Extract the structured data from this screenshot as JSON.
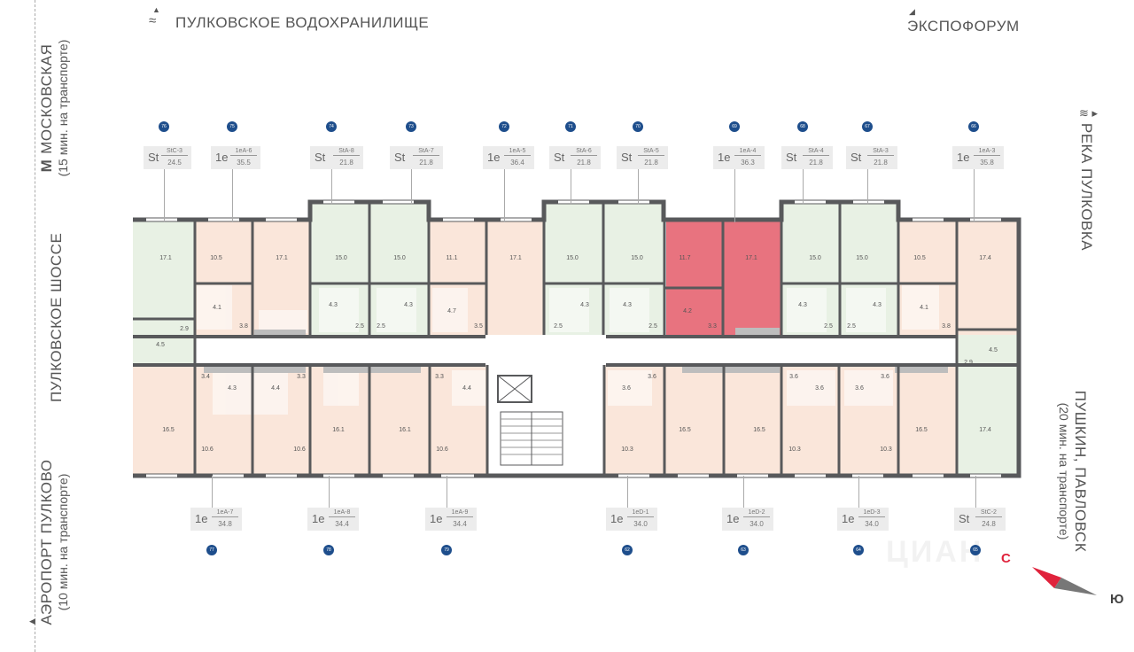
{
  "orientation": {
    "top_left": "ПУЛКОВСКОЕ ВОДОХРАНИЛИЩЕ",
    "top_right": "ЭКСПОФОРУМ",
    "left_metro_title": "МОСКОВСКАЯ",
    "left_metro_sub": "(15 мин. на транспорте)",
    "left_metro_symbol": "М",
    "left_middle": "ПУЛКОВСКОЕ ШОССЕ",
    "left_airport_title": "АЭРОПОРТ ПУЛКОВО",
    "left_airport_sub": "(10 мин. на транспорте)",
    "right_river": "РЕКА ПУЛКОВКА",
    "right_town_title": "ПУШКИН, ПАВЛОВСК",
    "right_town_sub": "(20 мин. на транспорте)"
  },
  "compass": {
    "north": "С",
    "south": "Ю",
    "north_color": "#e0233c",
    "south_color": "#777777"
  },
  "watermark": "ЦИАН",
  "colors": {
    "studio": "#e8f1e4",
    "one_room": "#fae6da",
    "highlight": "#e8737f",
    "wall": "#58595b",
    "badge": "#1e4e8c"
  },
  "top_apartments": [
    {
      "num": "76",
      "type": "St",
      "code": "StC-3",
      "area": "24.5"
    },
    {
      "num": "75",
      "type": "1e",
      "code": "1eA-6",
      "area": "35.5"
    },
    {
      "num": "74",
      "type": "St",
      "code": "StA-8",
      "area": "21.8"
    },
    {
      "num": "73",
      "type": "St",
      "code": "StA-7",
      "area": "21.8"
    },
    {
      "num": "72",
      "type": "1e",
      "code": "1eA-5",
      "area": "36.4"
    },
    {
      "num": "71",
      "type": "St",
      "code": "StA-6",
      "area": "21.8"
    },
    {
      "num": "70",
      "type": "St",
      "code": "StA-5",
      "area": "21.8"
    },
    {
      "num": "69",
      "type": "1e",
      "code": "1eA-4",
      "area": "36.3"
    },
    {
      "num": "68",
      "type": "St",
      "code": "StA-4",
      "area": "21.8"
    },
    {
      "num": "67",
      "type": "St",
      "code": "StA-3",
      "area": "21.8"
    },
    {
      "num": "66",
      "type": "1e",
      "code": "1eA-3",
      "area": "35.8"
    }
  ],
  "bottom_apartments": [
    {
      "num": "77",
      "type": "1e",
      "code": "1eA-7",
      "area": "34.8"
    },
    {
      "num": "78",
      "type": "1e",
      "code": "1eA-8",
      "area": "34.4"
    },
    {
      "num": "79",
      "type": "1e",
      "code": "1eA-9",
      "area": "34.4"
    },
    {
      "num": "62",
      "type": "1e",
      "code": "1eD-1",
      "area": "34.0"
    },
    {
      "num": "63",
      "type": "1e",
      "code": "1eD-2",
      "area": "34.0"
    },
    {
      "num": "64",
      "type": "1e",
      "code": "1eD-3",
      "area": "34.0"
    },
    {
      "num": "65",
      "type": "St",
      "code": "StC-2",
      "area": "24.8"
    }
  ],
  "room_areas": {
    "top_row": [
      "17.1",
      "10.5",
      "17.1",
      "15.0",
      "15.0",
      "11.1",
      "17.1",
      "15.0",
      "15.0",
      "11.7",
      "17.1",
      "15.0",
      "15.0",
      "10.5",
      "17.4"
    ],
    "top_wet": [
      "2.9",
      "4.5",
      "4.1",
      "3.8",
      "4.3",
      "2.5",
      "2.5",
      "4.3",
      "4.7",
      "3.5",
      "2.5",
      "4.3",
      "4.3",
      "2.5",
      "4.2",
      "3.3",
      "4.3",
      "2.5",
      "2.5",
      "4.3",
      "4.1",
      "3.8",
      "2.9",
      "4.5"
    ],
    "bottom_row": [
      "16.5",
      "10.6",
      "10.6",
      "16.1",
      "16.1",
      "10.6",
      "10.3",
      "16.5",
      "16.5",
      "10.3",
      "10.3",
      "16.5",
      "17.4"
    ],
    "bottom_wet": [
      "3.4",
      "4.3",
      "4.4",
      "3.3",
      "3.3",
      "4.4",
      "3.6",
      "3.6",
      "3.6",
      "3.6",
      "3.6",
      "3.6"
    ]
  }
}
